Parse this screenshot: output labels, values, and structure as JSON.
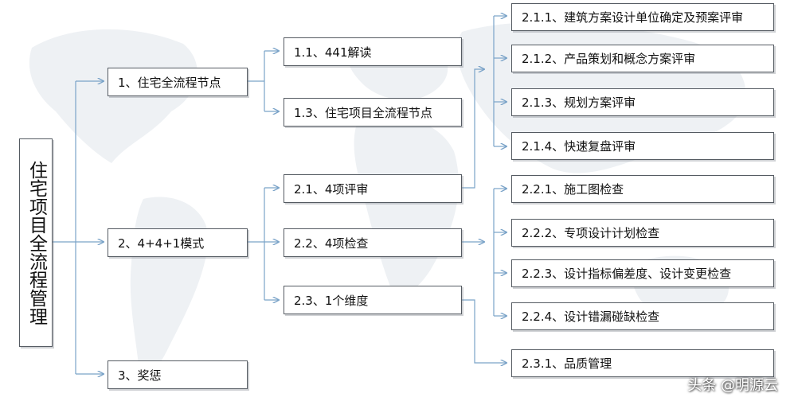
{
  "root": {
    "label": "住宅项目全流程管理"
  },
  "level1": [
    {
      "label": "1、住宅全流程节点"
    },
    {
      "label": "2、4+4+1模式"
    },
    {
      "label": "3、奖惩"
    }
  ],
  "level2": [
    {
      "label": "1.1、441解读"
    },
    {
      "label": "1.3、住宅项目全流程节点"
    },
    {
      "label": "2.1、4项评审"
    },
    {
      "label": "2.2、4项检查"
    },
    {
      "label": "2.3、1个维度"
    }
  ],
  "level3": [
    {
      "label": "2.1.1、建筑方案设计单位确定及预案评审"
    },
    {
      "label": "2.1.2、产品策划和概念方案评审"
    },
    {
      "label": "2.1.3、规划方案评审"
    },
    {
      "label": "2.1.4、快速复盘评审"
    },
    {
      "label": "2.2.1、施工图检查"
    },
    {
      "label": "2.2.2、专项设计计划检查"
    },
    {
      "label": "2.2.3、设计指标偏差度、设计变更检查"
    },
    {
      "label": "2.2.4、设计错漏碰缺检查"
    },
    {
      "label": "2.3.1、品质管理"
    }
  ],
  "watermark": "头条 @明源云",
  "colors": {
    "line": "#7aa3c8",
    "border": "#555b62",
    "map": "#eef1f4"
  }
}
